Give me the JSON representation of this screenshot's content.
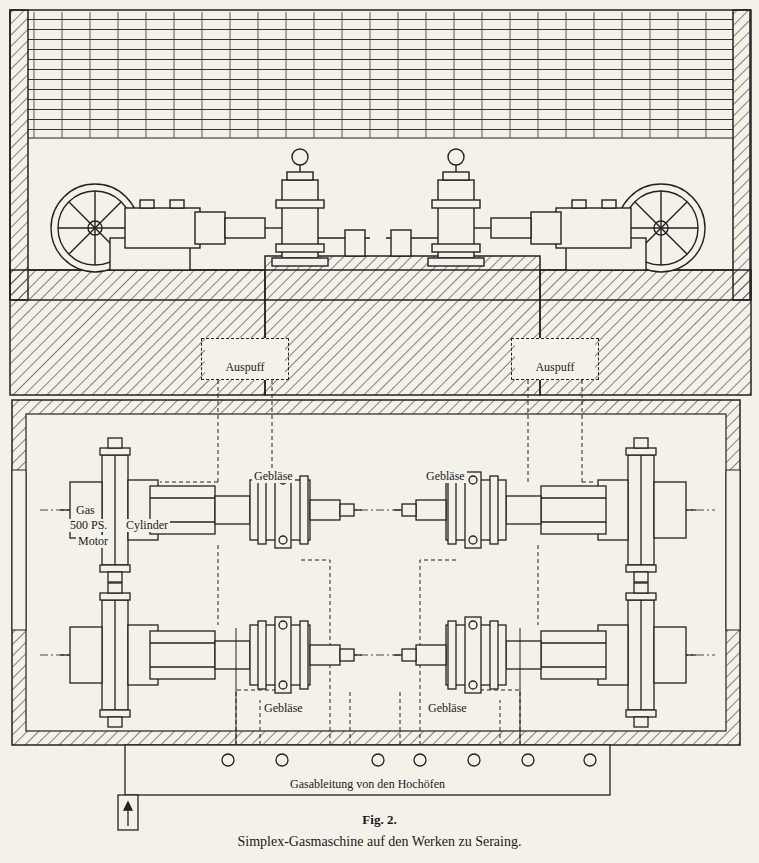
{
  "diagram": {
    "caption": "Simplex-Gasmaschine auf den Werken zu Seraing.",
    "nodes": [
      {
        "text": [
          "Auspuff"
        ]
      },
      {
        "text": [
          "Auspuff"
        ]
      },
      {
        "text": [
          "Gasableitung von den Hochöfen"
        ]
      }
    ],
    "labels": [
      "Gas",
      "500 PS.",
      "Cylinder",
      "Motor",
      "Gebläse",
      "Gebläse",
      "Gebläse",
      "Gebläse",
      "Fig. 2."
    ]
  }
}
